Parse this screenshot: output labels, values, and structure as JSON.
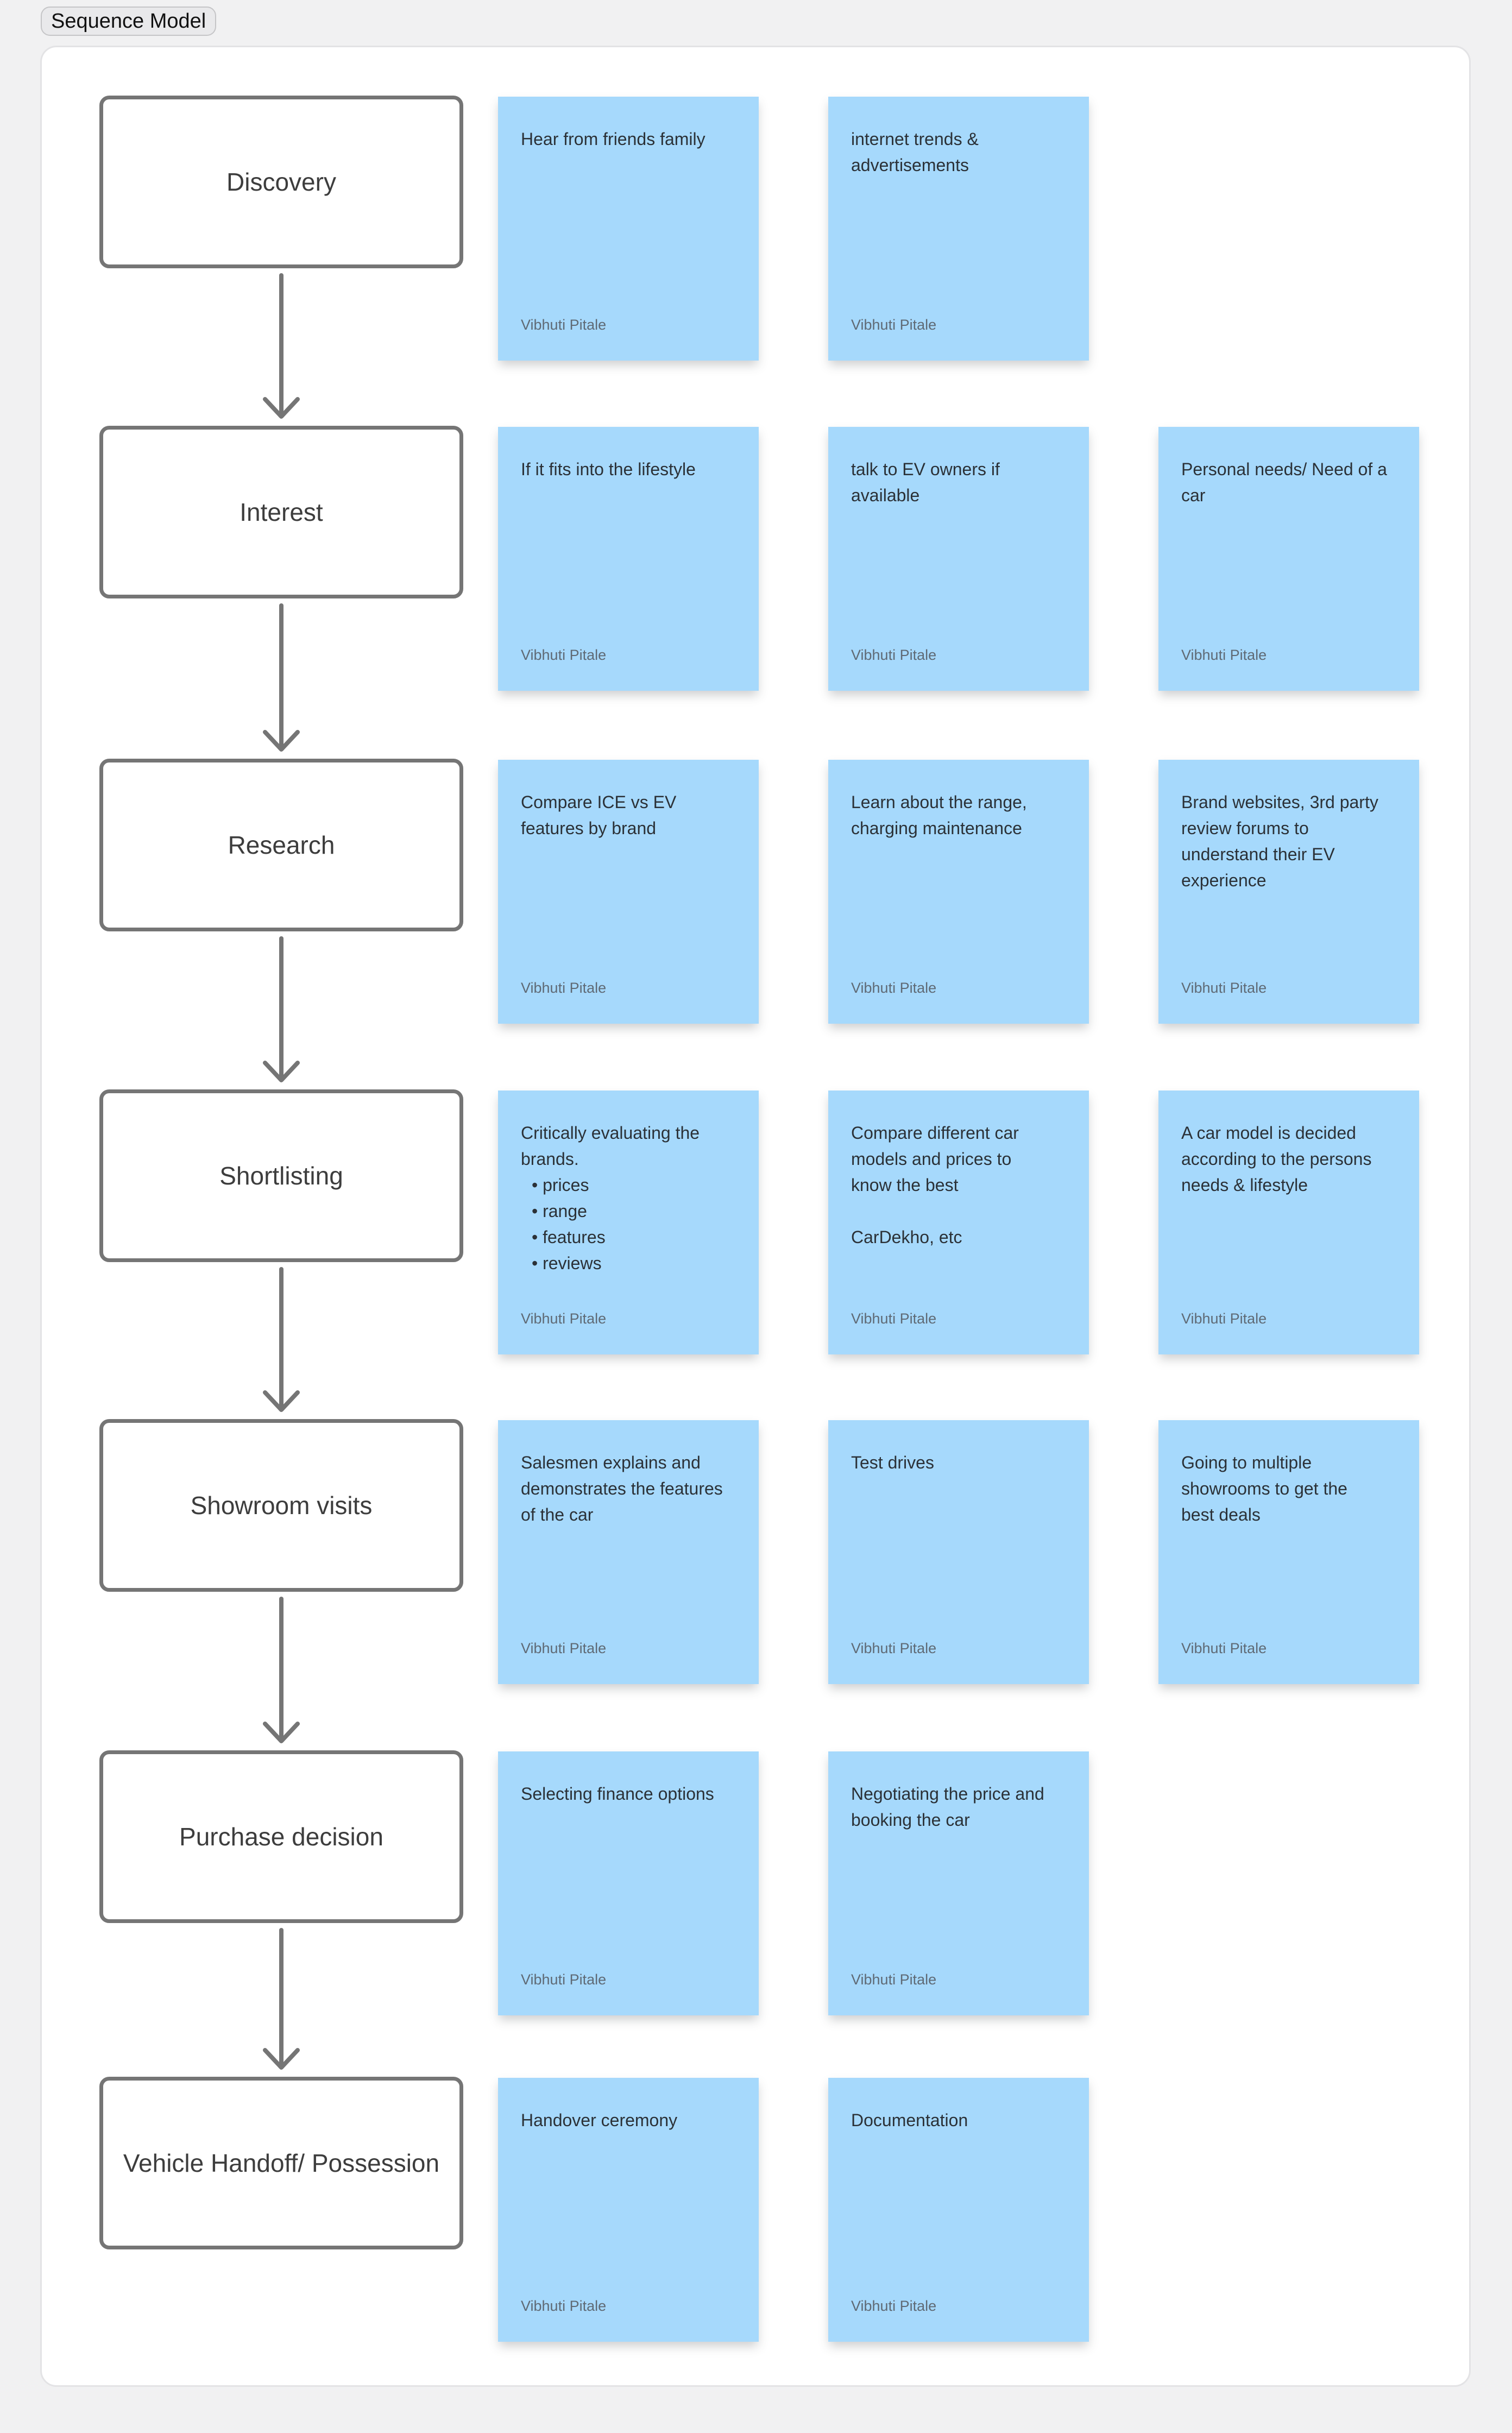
{
  "page": {
    "label": "Sequence Model"
  },
  "colors": {
    "page_bg": "#f1f1f2",
    "canvas_bg": "#ffffff",
    "canvas_border": "#e3e3e5",
    "stage_border": "#757575",
    "stage_text": "#3d3d3d",
    "arrow": "#757575",
    "sticky_fill": "#a6d9fc",
    "sticky_text": "#2b3137",
    "author_text": "#5f6a75",
    "badge_bg": "#e9e9eb",
    "badge_border": "#c5c5c7",
    "badge_text": "#111111"
  },
  "rows": [
    {
      "stage": "Discovery",
      "stage_lines": [
        "Discovery"
      ],
      "stickies": [
        {
          "lines": [
            "Hear from friends family"
          ],
          "author": "Vibhuti Pitale"
        },
        {
          "lines": [
            "internet trends &",
            "advertisements"
          ],
          "author": "Vibhuti Pitale"
        }
      ]
    },
    {
      "stage": "Interest",
      "stage_lines": [
        "Interest"
      ],
      "stickies": [
        {
          "lines": [
            "If it fits into the lifestyle"
          ],
          "author": "Vibhuti Pitale"
        },
        {
          "lines": [
            "talk to EV owners if",
            "available"
          ],
          "author": "Vibhuti Pitale"
        },
        {
          "lines": [
            "Personal needs/ Need of a",
            "car"
          ],
          "author": "Vibhuti Pitale"
        }
      ]
    },
    {
      "stage": "Research",
      "stage_lines": [
        "Research"
      ],
      "stickies": [
        {
          "lines": [
            "Compare ICE vs EV",
            "features by brand"
          ],
          "author": "Vibhuti Pitale"
        },
        {
          "lines": [
            "Learn about the range,",
            "charging maintenance"
          ],
          "author": "Vibhuti Pitale"
        },
        {
          "lines": [
            "Brand websites, 3rd party",
            "review forums to",
            "understand their EV",
            "experience"
          ],
          "author": "Vibhuti Pitale"
        }
      ]
    },
    {
      "stage": "Shortlisting",
      "stage_lines": [
        "Shortlisting"
      ],
      "stickies": [
        {
          "lines": [
            "Critically evaluating the",
            "brands.",
            "• prices",
            "• range",
            "• features",
            "• reviews"
          ],
          "author": "Vibhuti Pitale"
        },
        {
          "lines": [
            "Compare different car",
            "models and prices to",
            "know the best",
            "",
            "CarDekho, etc"
          ],
          "author": "Vibhuti Pitale"
        },
        {
          "lines": [
            "A car model is decided",
            "according to the persons",
            "needs & lifestyle"
          ],
          "author": "Vibhuti Pitale"
        }
      ]
    },
    {
      "stage": "Showroom visits",
      "stage_lines": [
        "Showroom visits"
      ],
      "stickies": [
        {
          "lines": [
            "Salesmen explains and",
            "demonstrates the features",
            "of the car"
          ],
          "author": "Vibhuti Pitale"
        },
        {
          "lines": [
            "Test drives"
          ],
          "author": "Vibhuti Pitale"
        },
        {
          "lines": [
            "Going to multiple",
            "showrooms to get the",
            "best deals"
          ],
          "author": "Vibhuti Pitale"
        }
      ]
    },
    {
      "stage": "Purchase decision",
      "stage_lines": [
        "Purchase decision"
      ],
      "stickies": [
        {
          "lines": [
            "Selecting finance options"
          ],
          "author": "Vibhuti Pitale"
        },
        {
          "lines": [
            "Negotiating the price and",
            "booking the car"
          ],
          "author": "Vibhuti Pitale"
        }
      ]
    },
    {
      "stage": "Vehicle Handoff/ Possession",
      "stage_lines": [
        "Vehicle Handoff/",
        "Possession"
      ],
      "stickies": [
        {
          "lines": [
            "Handover ceremony"
          ],
          "author": "Vibhuti Pitale"
        },
        {
          "lines": [
            "Documentation"
          ],
          "author": "Vibhuti Pitale"
        }
      ]
    }
  ]
}
